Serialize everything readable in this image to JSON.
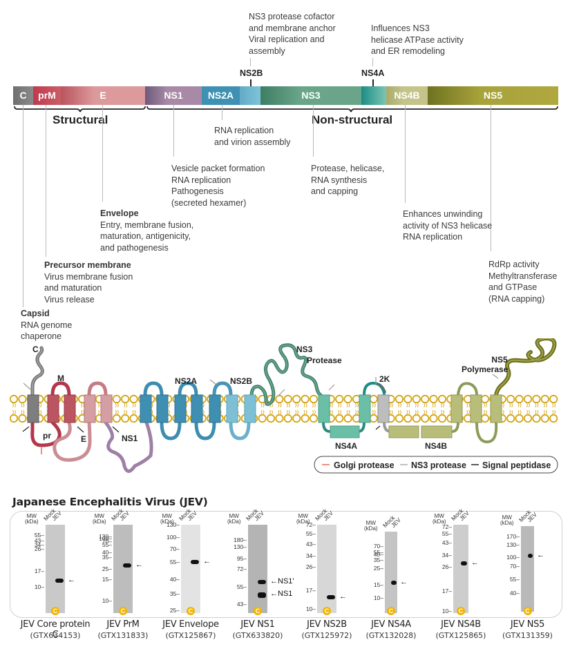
{
  "genome": {
    "segments": [
      {
        "id": "C",
        "label": "C",
        "color_from": "#6f6f6f",
        "color_to": "#8a8a8a"
      },
      {
        "id": "prM",
        "label": "prM",
        "color_from": "#c03a4f",
        "color_to": "#c85e66"
      },
      {
        "id": "E",
        "label": "E",
        "color_from": "#b9545e",
        "color_to": "#dc9a9c"
      },
      {
        "id": "NS1",
        "label": "NS1",
        "color_from": "#6e5a7c",
        "color_to": "#a88aa6"
      },
      {
        "id": "NS2A",
        "label": "NS2A",
        "color_from": "#3b8db0",
        "color_to": "#4797b7"
      },
      {
        "id": "NS2B",
        "label": "",
        "color_from": "#62aac6",
        "color_to": "#7ec4d8"
      },
      {
        "id": "NS3",
        "label": "NS3",
        "color_from": "#3e7e66",
        "color_to": "#6aa589"
      },
      {
        "id": "NS4A",
        "label": "",
        "color_from": "#1c8c84",
        "color_to": "#7cc6b4"
      },
      {
        "id": "NS4B",
        "label": "NS4B",
        "color_from": "#a9ab6a",
        "color_to": "#c3c38a"
      },
      {
        "id": "NS5",
        "label": "NS5",
        "color_from": "#6e7221",
        "color_to": "#b0a83f"
      }
    ],
    "top_callouts": [
      {
        "id": "NS2B",
        "label": "NS2B",
        "lines": [
          "NS3 protease cofactor",
          "and membrane anchor",
          "Viral replication and",
          "assembly"
        ]
      },
      {
        "id": "NS4A",
        "label": "NS4A",
        "lines": [
          "Influences NS3",
          "helicase ATPase activity",
          "and ER remodeling"
        ]
      }
    ],
    "groups": {
      "structural": "Structural",
      "nonstructural": "Non-structural"
    }
  },
  "annotations": {
    "capsid": {
      "title": "Capsid",
      "lines": [
        "RNA genome",
        "chaperone"
      ]
    },
    "precursor_membrane": {
      "title": "Precursor membrane",
      "lines": [
        "Virus membrane fusion",
        "and maturation",
        "Virus release"
      ]
    },
    "envelope": {
      "title": "Envelope",
      "lines": [
        "Entry, membrane fusion,",
        "maturation, antigenicity,",
        "and pathogenesis"
      ]
    },
    "ns1": {
      "lines": [
        "Vesicle packet formation",
        "RNA replication",
        "Pathogenesis",
        "(secreted hexamer)"
      ]
    },
    "ns2a": {
      "lines": [
        "RNA replication",
        "and virion assembly"
      ]
    },
    "ns3": {
      "lines": [
        "Protease, helicase,",
        "RNA synthesis",
        "and capping"
      ]
    },
    "ns4b": {
      "lines": [
        "Enhances unwinding",
        "activity of NS3 helicase",
        "RNA replication"
      ]
    },
    "ns5": {
      "lines": [
        "RdRp activity",
        "Methyltransferase",
        "and GTPase",
        "(RNA capping)"
      ]
    }
  },
  "membrane": {
    "labels": {
      "C": "C",
      "M": "M",
      "pr": "pr",
      "E": "E",
      "NS1": "NS1",
      "NS2A": "NS2A",
      "NS2B": "NS2B",
      "NS3": "NS3",
      "NS3_sub": "Protease",
      "twoK": "2K",
      "NS4A": "NS4A",
      "NS4B": "NS4B",
      "NS5": "NS5",
      "NS5_sub": "Polymerase"
    },
    "lipid_color": "#d4a517",
    "legend": [
      {
        "label": "Golgi protease",
        "color": "#e0452a"
      },
      {
        "label": "NS3 protease",
        "color": "#9a9a9a"
      },
      {
        "label": "Signal peptidase",
        "color": "#222222"
      }
    ]
  },
  "blots": {
    "title": "Japanese Encephalitis Virus (JEV)",
    "header_mw": "MW",
    "header_kda": "(kDa)",
    "lanes": [
      "Mock",
      "JEV"
    ],
    "badge": "C",
    "badge_color": "#f2b400",
    "panels": [
      {
        "name": "JEV Core protein C",
        "catalog": "(GTX634153)",
        "markers": [
          "55",
          "43",
          "34",
          "26",
          "17",
          "10"
        ],
        "bands": [
          {
            "kda": "14",
            "label": ""
          }
        ],
        "bg": "#c9c9c9"
      },
      {
        "name": "JEV PrM",
        "catalog": "(GTX131833)",
        "markers": [
          "130",
          "100",
          "70",
          "55",
          "40",
          "35",
          "25",
          "15",
          "10"
        ],
        "bands": [
          {
            "kda": "24",
            "label": ""
          }
        ],
        "bg": "#bdbdbd"
      },
      {
        "name": "JEV Envelope",
        "catalog": "(GTX125867)",
        "markers": [
          "130",
          "100",
          "70",
          "55",
          "40",
          "35",
          "25"
        ],
        "bands": [
          {
            "kda": "53",
            "label": ""
          }
        ],
        "bg": "#e3e3e3"
      },
      {
        "name": "JEV NS1",
        "catalog": "(GTX633820)",
        "markers": [
          "180",
          "130",
          "95",
          "72",
          "55",
          "43"
        ],
        "bands": [
          {
            "kda": "58",
            "label": "NS1'"
          },
          {
            "kda": "48",
            "label": "NS1"
          }
        ],
        "bg": "#b4b4b4"
      },
      {
        "name": "JEV NS2B",
        "catalog": "(GTX125972)",
        "markers": [
          "72",
          "55",
          "43",
          "34",
          "26",
          "17",
          "10"
        ],
        "bands": [
          {
            "kda": "14",
            "label": ""
          }
        ],
        "bg": "#d7d7d7"
      },
      {
        "name": "JEV NS4A",
        "catalog": "(GTX132028)",
        "markers": [
          "70",
          "55",
          "40",
          "35",
          "25",
          "15",
          "10"
        ],
        "bands": [
          {
            "kda": "14",
            "label": ""
          }
        ],
        "bg": "#c4c4c4"
      },
      {
        "name": "JEV NS4B",
        "catalog": "(GTX125865)",
        "markers": [
          "72",
          "55",
          "43",
          "34",
          "26",
          "17",
          "10"
        ],
        "bands": [
          {
            "kda": "28",
            "label": ""
          }
        ],
        "bg": "#cdcdcd"
      },
      {
        "name": "JEV NS5",
        "catalog": "(GTX131359)",
        "markers": [
          "170",
          "130",
          "100",
          "70",
          "55",
          "40"
        ],
        "bands": [
          {
            "kda": "105",
            "label": ""
          }
        ],
        "bg": "#b9b9b9"
      }
    ]
  }
}
